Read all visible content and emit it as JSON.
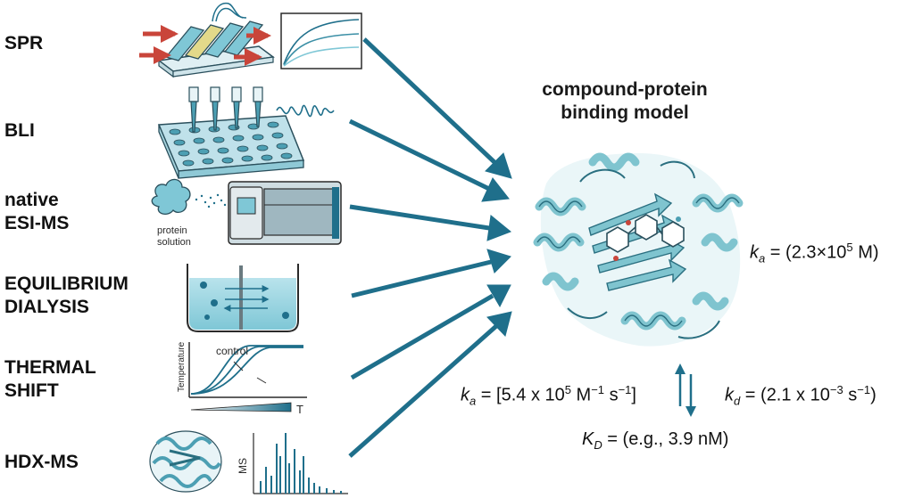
{
  "techniques": [
    {
      "label_lines": [
        "SPR"
      ]
    },
    {
      "label_lines": [
        "BLI"
      ]
    },
    {
      "label_lines": [
        "native",
        "ESI-MS"
      ]
    },
    {
      "label_lines": [
        "EQUILIBRIUM",
        "DIALYSIS"
      ]
    },
    {
      "label_lines": [
        "THERMAL",
        "SHIFT"
      ]
    },
    {
      "label_lines": [
        "HDX-MS"
      ]
    }
  ],
  "esi_inset": {
    "line1": "protein",
    "line2": "solution"
  },
  "thermal_inset": {
    "ylabel": "Temperature",
    "curve_label": "control",
    "xlabel": "T"
  },
  "hdx_inset": {
    "ylabel": "MS"
  },
  "model": {
    "title_lines": [
      "compound-protein",
      "binding model"
    ]
  },
  "equations": {
    "ka_simple": {
      "symbol": "k",
      "sub": "a",
      "text_before": " = (2.3×10",
      "sup": "5",
      "text_after": " M)"
    },
    "ka_rate": {
      "symbol": "k",
      "sub": "a",
      "text": " = [5.4 x 10",
      "sup1": "5",
      "text2": " M",
      "sup2": "−1",
      "text3": " s",
      "sup3": "−1",
      "text4": "]"
    },
    "kd_rate": {
      "symbol": "k",
      "sub": "d",
      "text": " = (2.1 x 10",
      "sup1": "−3",
      "text2": " s",
      "sup2": "−1",
      "text3": ")"
    },
    "KD": {
      "symbol": "K",
      "sub": "D",
      "text": " = (e.g., 3.9 nM)"
    }
  },
  "colors": {
    "accent": "#1f6f8b",
    "protein": "#7fc4cf",
    "protein_dark": "#2a6f80",
    "arrow_red": "#c9453a"
  }
}
